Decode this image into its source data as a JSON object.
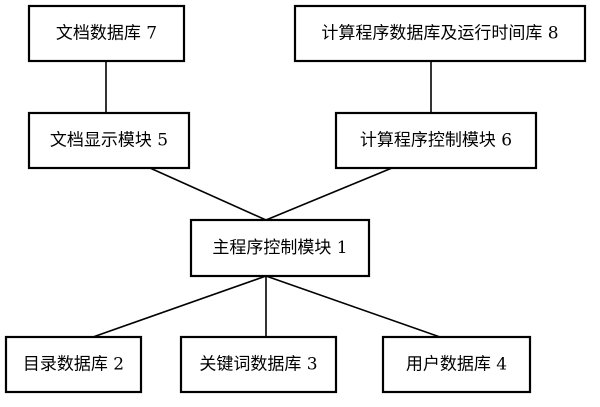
{
  "nodes": [
    {
      "id": "n7",
      "label": "文档数据库 7"
    },
    {
      "id": "n8",
      "label": "计算程序数据库及运行时间库 8"
    },
    {
      "id": "n5",
      "label": "文档显示模块 5"
    },
    {
      "id": "n6",
      "label": "计算程序控制模块 6"
    },
    {
      "id": "n1",
      "label": "主程序控制模块 1"
    },
    {
      "id": "n2",
      "label": "目录数据库 2"
    },
    {
      "id": "n3",
      "label": "关键词数据库 3"
    },
    {
      "id": "n4",
      "label": "用户数据库 4"
    }
  ],
  "edges": [
    {
      "from": "n7",
      "to": "n5"
    },
    {
      "from": "n8",
      "to": "n6"
    },
    {
      "from": "n5",
      "to": "n1"
    },
    {
      "from": "n6",
      "to": "n1"
    },
    {
      "from": "n1",
      "to": "n2"
    },
    {
      "from": "n1",
      "to": "n3"
    },
    {
      "from": "n1",
      "to": "n4"
    }
  ]
}
